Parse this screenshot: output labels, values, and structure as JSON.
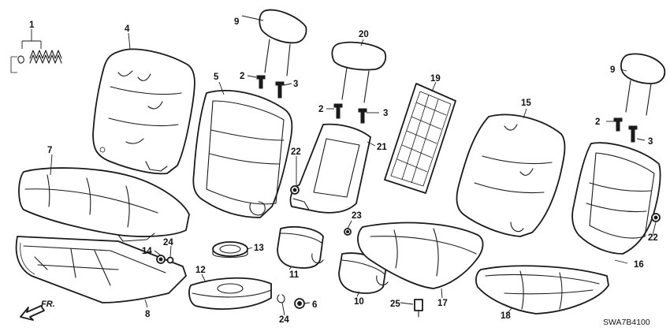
{
  "callouts": {
    "c1": "1",
    "c2a": "2",
    "c2b": "2",
    "c2c": "2",
    "c3a": "3",
    "c3b": "3",
    "c3c": "3",
    "c4": "4",
    "c5": "5",
    "c6": "6",
    "c7": "7",
    "c8": "8",
    "c9a": "9",
    "c9b": "9",
    "c10": "10",
    "c11": "11",
    "c12": "12",
    "c13": "13",
    "c14": "14",
    "c15": "15",
    "c16": "16",
    "c17": "17",
    "c18": "18",
    "c19": "19",
    "c20": "20",
    "c21": "21",
    "c22a": "22",
    "c22b": "22",
    "c23": "23",
    "c24a": "24",
    "c24b": "24",
    "c25": "25"
  },
  "front_arrow_label": "FR.",
  "diagram_code": "SWA7B4100"
}
